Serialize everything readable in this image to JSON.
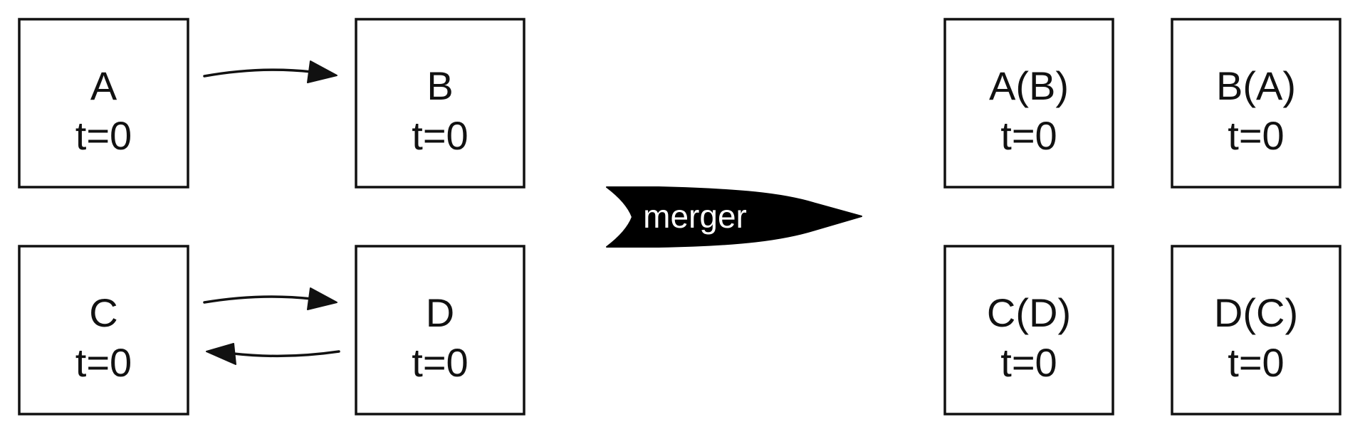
{
  "diagram": {
    "nodes": [
      {
        "id": "A",
        "name": "A",
        "time": "t=0"
      },
      {
        "id": "B",
        "name": "B",
        "time": "t=0"
      },
      {
        "id": "C",
        "name": "C",
        "time": "t=0"
      },
      {
        "id": "D",
        "name": "D",
        "time": "t=0"
      },
      {
        "id": "AB",
        "name": "A(B)",
        "time": "t=0"
      },
      {
        "id": "BA",
        "name": "B(A)",
        "time": "t=0"
      },
      {
        "id": "CD",
        "name": "C(D)",
        "time": "t=0"
      },
      {
        "id": "DC",
        "name": "D(C)",
        "time": "t=0"
      }
    ],
    "edges": [
      {
        "from": "A",
        "to": "B"
      },
      {
        "from": "C",
        "to": "D"
      },
      {
        "from": "D",
        "to": "C"
      }
    ],
    "transition": {
      "label": "merger",
      "from_group": [
        "A",
        "B",
        "C",
        "D"
      ],
      "to_group": [
        "AB",
        "BA",
        "CD",
        "DC"
      ]
    }
  }
}
